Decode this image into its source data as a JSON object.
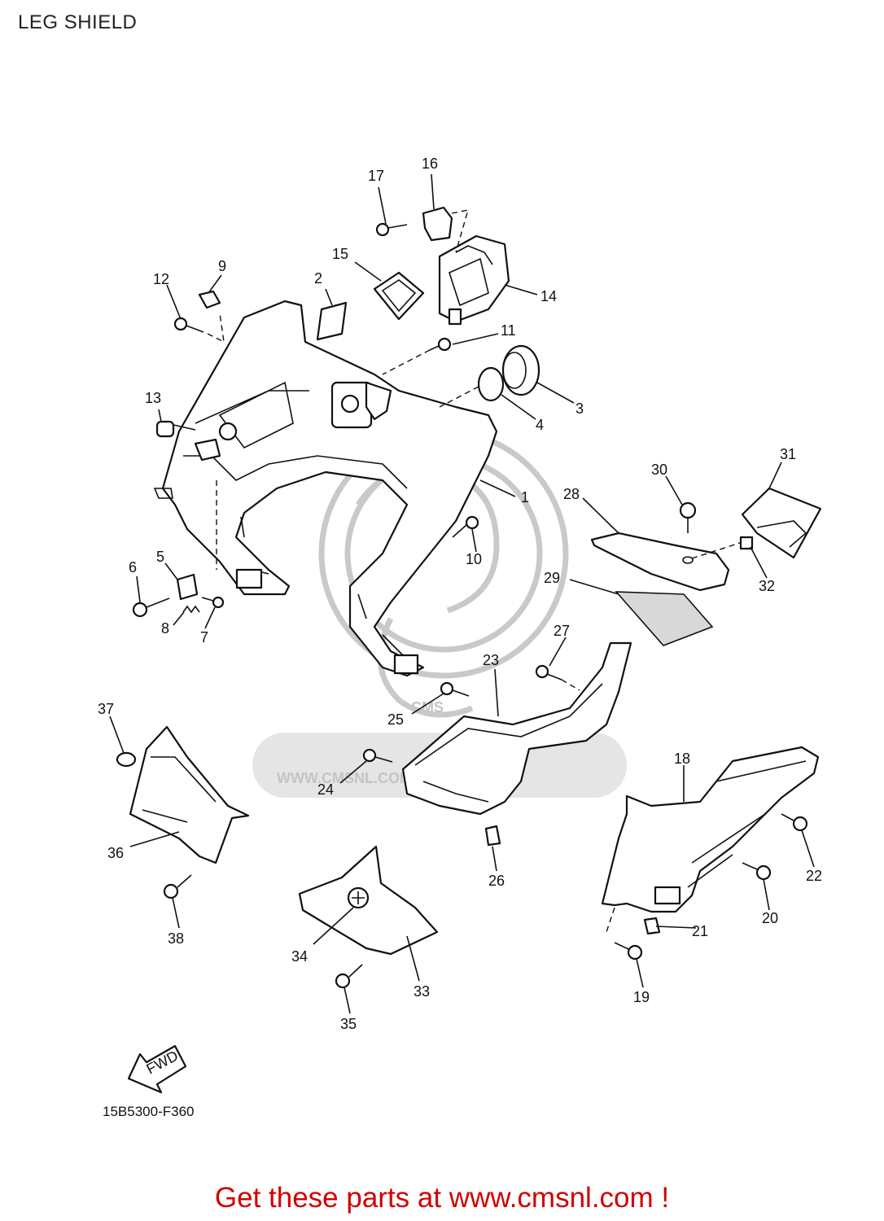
{
  "header": {
    "title": "LEG SHIELD"
  },
  "diagram": {
    "drawing_code": "15B5300-F360",
    "fwd_label": "FWD",
    "callouts": [
      "1",
      "2",
      "3",
      "4",
      "5",
      "6",
      "7",
      "8",
      "9",
      "10",
      "11",
      "12",
      "13",
      "14",
      "15",
      "16",
      "17",
      "18",
      "19",
      "20",
      "21",
      "22",
      "23",
      "24",
      "25",
      "26",
      "27",
      "28",
      "29",
      "30",
      "31",
      "32",
      "33",
      "34",
      "35",
      "36",
      "37",
      "38"
    ]
  },
  "watermark": {
    "text": "WWW.CMSNL.COM",
    "logo": "CMS"
  },
  "footer": {
    "link_text": "Get these parts at www.cmsnl.com !"
  },
  "colors": {
    "footer_text": "#d10000",
    "line": "#111111",
    "watermark": "#c9c9c9"
  }
}
